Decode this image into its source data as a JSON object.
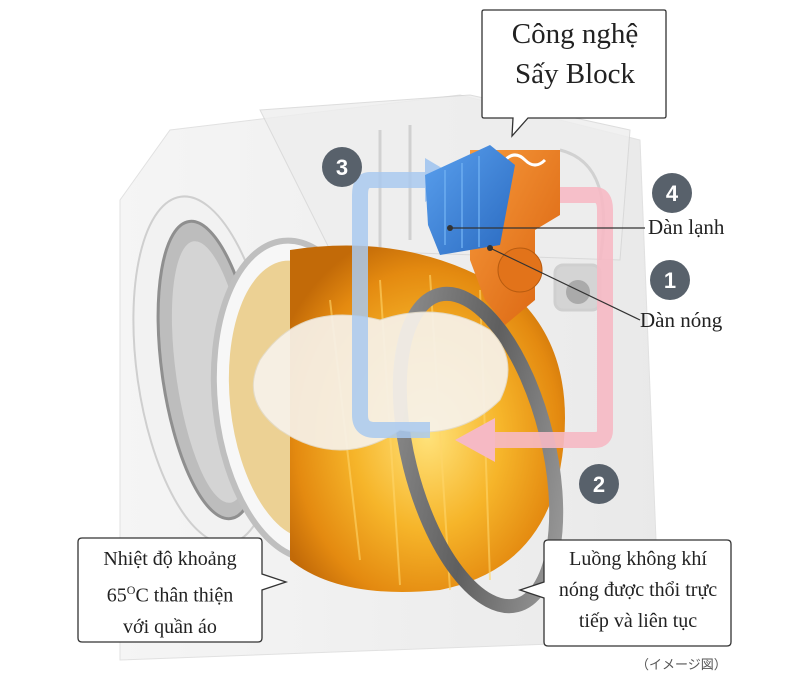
{
  "callouts": {
    "top": {
      "line1": "Công nghệ",
      "line2": "Sấy Block"
    },
    "left": {
      "line1": "Nhiệt độ khoảng",
      "line2a": "65",
      "line2sup": "O",
      "line2b": "C thân thiện",
      "line3": "với quần áo"
    },
    "right": {
      "line1": "Luồng không khí",
      "line2": "nóng được thổi trực",
      "line3": "tiếp và liên tục"
    }
  },
  "labels": {
    "cold_coil": "Dàn lạnh",
    "hot_coil": "Dàn nóng"
  },
  "steps": [
    "1",
    "2",
    "3",
    "4"
  ],
  "caption": "（イメージ図）",
  "colors": {
    "cold_block": "#3b82d9",
    "hot_block": "#f07a1e",
    "cold_arrow": "#a9c9ef",
    "hot_arrow": "#f6b9c4",
    "step_badge": "#58616b",
    "drum_gold": "#f0a020"
  }
}
